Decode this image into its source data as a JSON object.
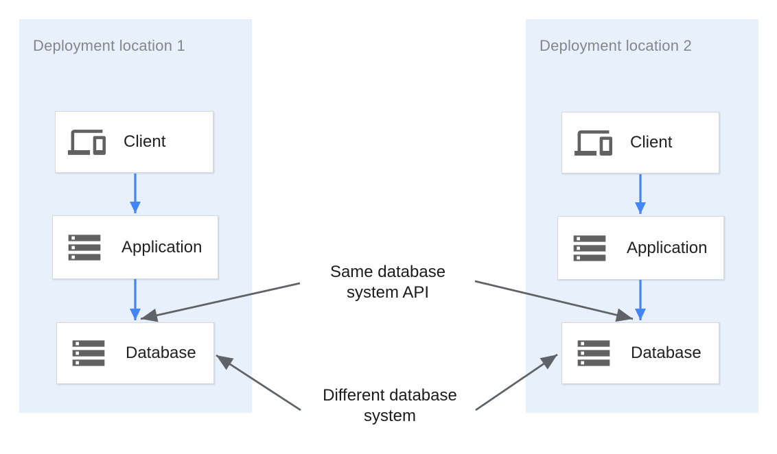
{
  "diagram": {
    "panels": [
      {
        "title": "Deployment location 1",
        "nodes": [
          {
            "label": "Client",
            "icon": "devices-icon"
          },
          {
            "label": "Application",
            "icon": "storage-icon"
          },
          {
            "label": "Database",
            "icon": "storage-icon"
          }
        ]
      },
      {
        "title": "Deployment location 2",
        "nodes": [
          {
            "label": "Client",
            "icon": "devices-icon"
          },
          {
            "label": "Application",
            "icon": "storage-icon"
          },
          {
            "label": "Database",
            "icon": "storage-icon"
          }
        ]
      }
    ],
    "annotations": {
      "same_api": {
        "lines": [
          "Same database",
          "system API"
        ]
      },
      "different_db": {
        "lines": [
          "Different database",
          "system"
        ]
      }
    },
    "colors": {
      "panel_background": "#e8f0fb",
      "flow_arrow": "#4285f4",
      "annotation_arrow": "#5f6368",
      "node_background": "#ffffff",
      "node_border": "#d6d9dc",
      "icon": "#616161",
      "panel_title_text": "#82878c",
      "node_label_text": "#212121",
      "annotation_text": "#1b1b1b"
    }
  }
}
